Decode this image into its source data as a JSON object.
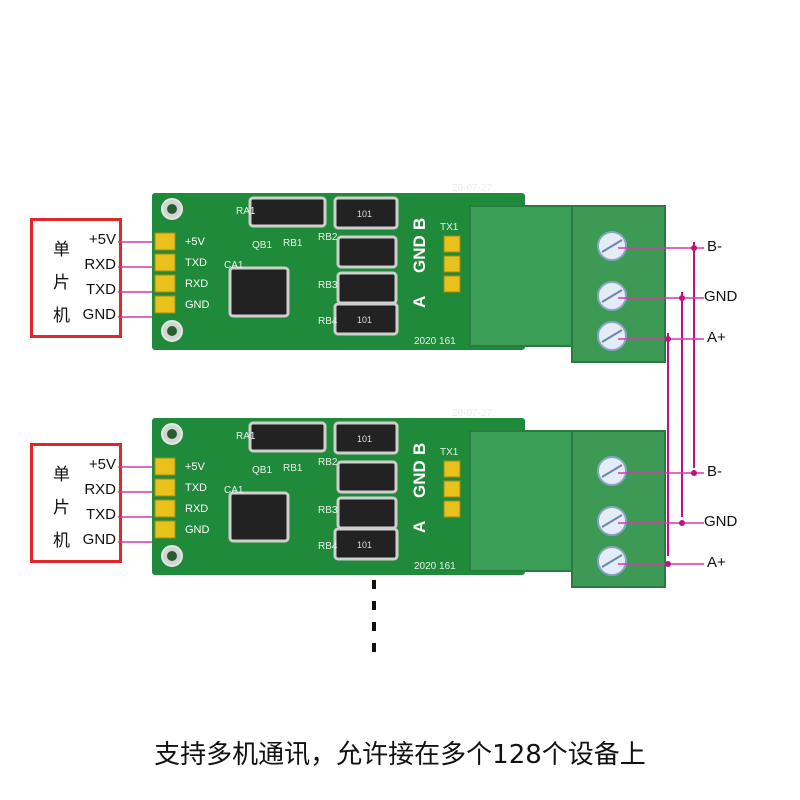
{
  "mcu_label": [
    "单",
    "片",
    "机"
  ],
  "pins": [
    "+5V",
    "RXD",
    "TXD",
    "GND"
  ],
  "board": {
    "pins": [
      "+5V",
      "TXD",
      "RXD",
      "GND"
    ],
    "date": "20-07-27",
    "code": "2020 161",
    "silk_ca": "CA1",
    "silk_tx": "TX1",
    "silk_ra": "RA1",
    "silk_qb": "QB1",
    "silk_rb1": "RB1",
    "silk_rb2": "RB2",
    "silk_rb3": "RB3",
    "silk_rb4": "RB4",
    "chip_101": "101",
    "bus": [
      "A",
      "GND",
      "B"
    ]
  },
  "terminals": [
    "B-",
    "GND",
    "A+"
  ],
  "caption": "支持多机通讯，允许接在多个128个设备上",
  "colors": {
    "mcu_box": "#e0272a",
    "wire": "#d63aa8",
    "pcb": "#1f8a3a",
    "terminal": "#3a9e56",
    "header": "#e8c21a"
  }
}
